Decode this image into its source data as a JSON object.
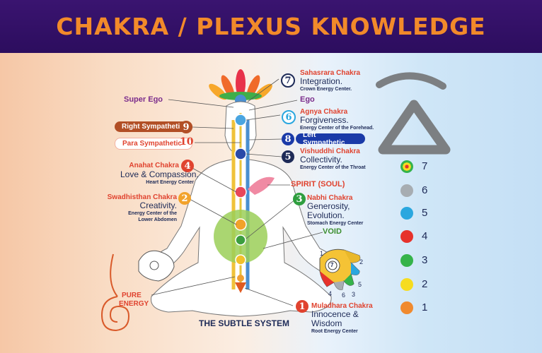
{
  "header": {
    "title": "CHAKRA / PLEXUS KNOWLEDGE"
  },
  "diagram": {
    "title": "THE SUBTLE SYSTEM",
    "super_ego": "Super Ego",
    "ego": "Ego",
    "right_sympathetic": {
      "label": "Right Sympathetic",
      "num": "9"
    },
    "para_sympathetic": {
      "label": "Para Sympathetic",
      "num": "10"
    },
    "left_sympathetic": {
      "label": "Left Sympathetic",
      "num": "8"
    },
    "spirit": "SPIRIT (SOUL)",
    "void": "VOID",
    "pure_energy_1": "PURE",
    "pure_energy_2": "ENERGY",
    "hand_numbers": [
      "1",
      "2",
      "7",
      "5",
      "4",
      "6",
      "3"
    ],
    "chakras": [
      {
        "num": "7",
        "name": "Sahasrara Chakra",
        "quality": "Integration.",
        "center": "Crown Energy Center."
      },
      {
        "num": "6",
        "name": "Agnya Chakra",
        "quality": "Forgiveness.",
        "center": "Energy Center of the Forehead."
      },
      {
        "num": "5",
        "name": "Vishuddhi Chakra",
        "quality": "Collectivity.",
        "center": "Energy Center of the Throat"
      },
      {
        "num": "4",
        "name": "Anahat Chakra",
        "quality": "Love & Compassion.",
        "center": "Heart Energy Center"
      },
      {
        "num": "3",
        "name": "Nabhi Chakra",
        "quality_1": "Generosity,",
        "quality_2": "Evolution.",
        "center": "Stomach Energy Center"
      },
      {
        "num": "2",
        "name": "Swadhisthan Chakra",
        "quality": "Creativity.",
        "center_1": "Energy Center of the",
        "center_2": "Lower Abdomen"
      },
      {
        "num": "1",
        "name": "Muladhara Chakra",
        "quality_1": "Innocence &",
        "quality_2": "Wisdom",
        "center": "Root Energy Center"
      }
    ]
  },
  "legend": [
    {
      "num": "7",
      "color": "#e8c21e"
    },
    {
      "num": "6",
      "color": "#a7adb2"
    },
    {
      "num": "5",
      "color": "#2aa7df"
    },
    {
      "num": "4",
      "color": "#e6322c"
    },
    {
      "num": "3",
      "color": "#35b34a"
    },
    {
      "num": "2",
      "color": "#f6dc20"
    },
    {
      "num": "1",
      "color": "#f08a2f"
    }
  ],
  "colors": {
    "header_bg": "#2c0d5e",
    "title": "#f28a2a",
    "navy": "#1d2a57",
    "chakra_red": "#e0432f"
  }
}
